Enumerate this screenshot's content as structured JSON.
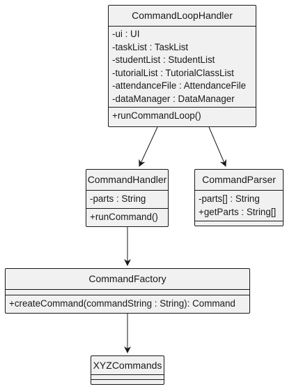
{
  "diagram": {
    "classes": [
      {
        "id": "CommandLoopHandler",
        "name": "CommandLoopHandler",
        "attributes": [
          "-ui : UI",
          "-taskList : TaskList",
          "-studentList : StudentList",
          "-tutorialList : TutorialClassList",
          "-attendanceFile : AttendanceFile",
          "-dataManager : DataManager"
        ],
        "methods": [
          "+runCommandLoop()"
        ]
      },
      {
        "id": "CommandHandler",
        "name": "CommandHandler",
        "attributes": [
          "-parts : String"
        ],
        "methods": [
          "+runCommand()"
        ]
      },
      {
        "id": "CommandParser",
        "name": "CommandParser",
        "attributes": [
          "-parts[] : String",
          "+getParts : String[]"
        ],
        "methods": []
      },
      {
        "id": "CommandFactory",
        "name": "CommandFactory",
        "attributes": [],
        "methods": [
          "+createCommand(commandString : String): Command"
        ]
      },
      {
        "id": "XYZCommands",
        "name": "XYZCommands",
        "attributes": [],
        "methods": []
      }
    ],
    "relations": [
      {
        "from": "CommandLoopHandler",
        "to": "CommandHandler",
        "type": "association"
      },
      {
        "from": "CommandLoopHandler",
        "to": "CommandParser",
        "type": "association"
      },
      {
        "from": "CommandHandler",
        "to": "CommandFactory",
        "type": "association"
      },
      {
        "from": "CommandFactory",
        "to": "XYZCommands",
        "type": "association"
      }
    ],
    "colors": {
      "box_fill": "#f1f1f1",
      "line": "#181818"
    }
  }
}
